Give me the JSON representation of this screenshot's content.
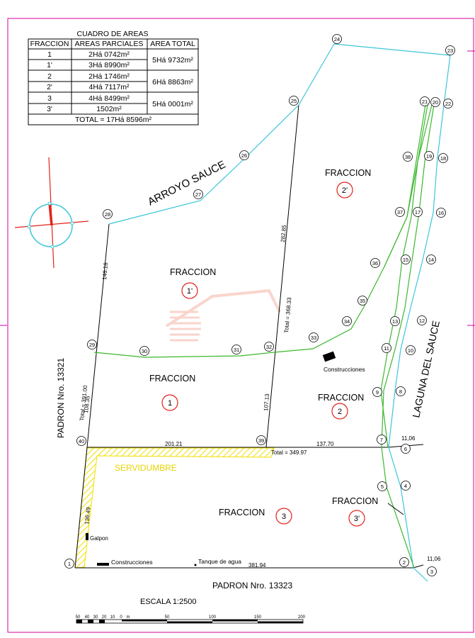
{
  "table": {
    "title": "CUADRO DE AREAS",
    "headers": [
      "FRACCION",
      "AREAS PARCIALES",
      "AREA TOTAL"
    ],
    "rows": [
      {
        "fraccion": "1",
        "parcial": "2Há 0742m²"
      },
      {
        "fraccion": "1'",
        "parcial": "3Há 8990m²"
      },
      {
        "fraccion": "2",
        "parcial": "2Há 1746m²"
      },
      {
        "fraccion": "2'",
        "parcial": "4Há 7117m²"
      },
      {
        "fraccion": "3",
        "parcial": "4Há 8499m²"
      },
      {
        "fraccion": "3'",
        "parcial": "1502m²"
      }
    ],
    "totals": [
      "5Há 9732m²",
      "6Há 8863m²",
      "5Há 0001m²"
    ],
    "total_row": "TOTAL =    17Há 8596m²"
  },
  "labels": {
    "arroyo": "ARROYO  SAUCE",
    "laguna": "LAGUNA  DEL  SAUCE",
    "padron_left": "PADRON Nro. 13321",
    "padron_bottom": "PADRON Nro. 13323",
    "servidumbre": "SERVIDUMBRE",
    "escala": "ESCALA  1:2500",
    "construcciones": "Construcciones",
    "galpon": "Galpon",
    "tanque": "Tanque de agua",
    "fraccion_word": "FRACCION"
  },
  "fracciones": [
    "1'",
    "1",
    "2'",
    "2",
    "3",
    "3'"
  ],
  "dimensions": {
    "d146": "146.16",
    "d282": "282.85",
    "d368": "Total = 368.33",
    "d391": "Total = 391.00",
    "d108": "108.35",
    "d107": "107.13",
    "d201": "201.21",
    "d137": "137.70",
    "d349": "Total = 349.97",
    "d1106a": "11,06",
    "d1106b": "11,06",
    "d136": "136.49",
    "d381": "381.94"
  },
  "scale": {
    "ticks": [
      "50",
      "40",
      "30",
      "20",
      "10",
      "0",
      "m",
      "50",
      "100",
      "150",
      "200"
    ]
  },
  "points": [
    "1",
    "2",
    "3",
    "4",
    "5",
    "6",
    "7",
    "8",
    "9",
    "10",
    "11",
    "12",
    "13",
    "14",
    "15",
    "16",
    "17",
    "18",
    "19",
    "20",
    "21",
    "22",
    "23",
    "24",
    "25",
    "26",
    "27",
    "28",
    "29",
    "30",
    "31",
    "32",
    "33",
    "34",
    "35",
    "36",
    "37",
    "38",
    "39",
    "40"
  ],
  "colors": {
    "border": "#d4009b",
    "green": "#3cb82e",
    "cyan": "#3cc6d8",
    "red": "#e2231a",
    "yellow": "#f0e000",
    "black": "#000000"
  }
}
